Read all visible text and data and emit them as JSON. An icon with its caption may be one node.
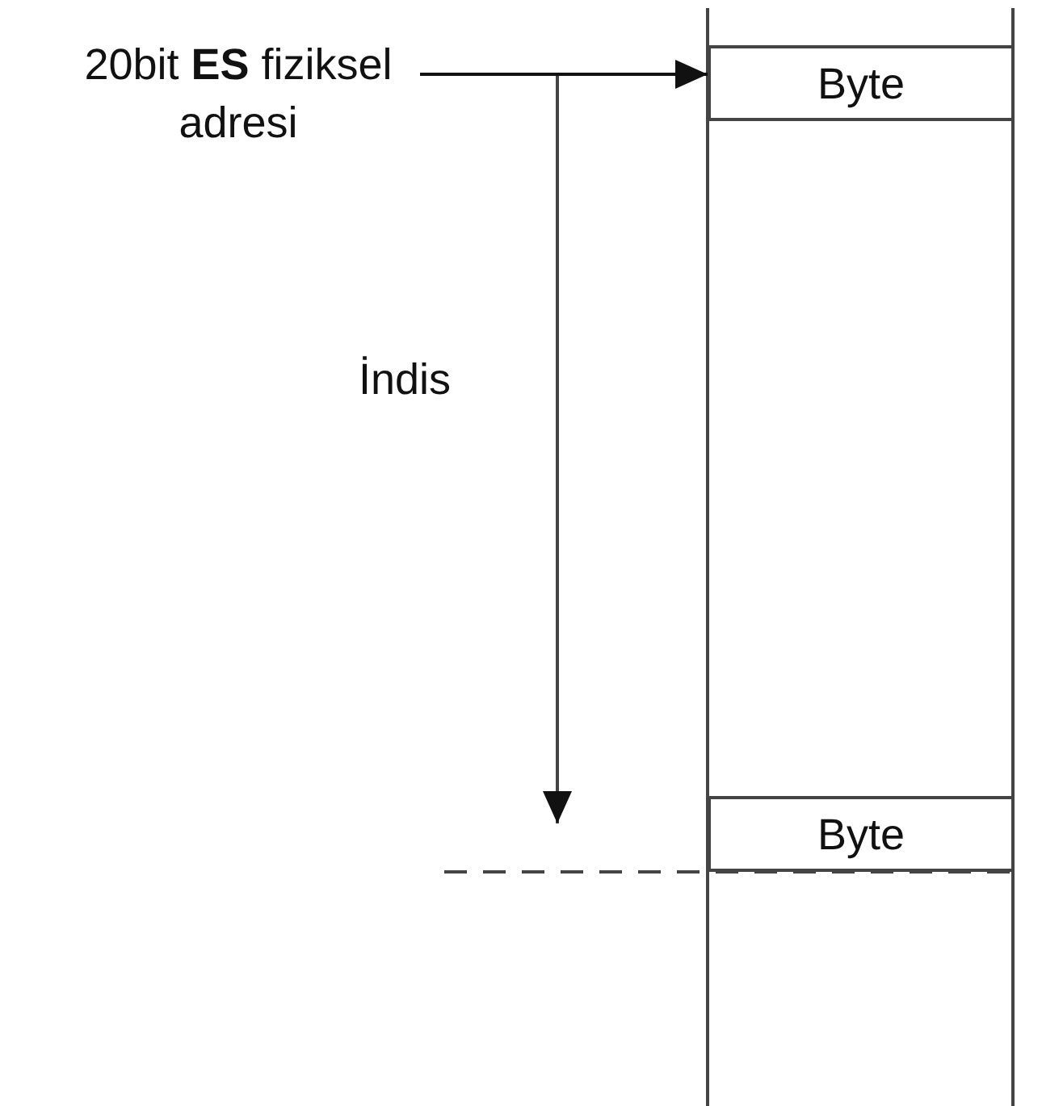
{
  "diagram": {
    "nodes": [
      {
        "text": [
          "20bit **ES** fiziksel adresi"
        ]
      },
      {
        "text": [
          "Byte"
        ]
      },
      {
        "text": [
          "Byte"
        ]
      }
    ],
    "edges": [
      {
        "from": 0,
        "to": 1,
        "arrow": "to"
      }
    ],
    "labels": [
      "İndis"
    ]
  }
}
